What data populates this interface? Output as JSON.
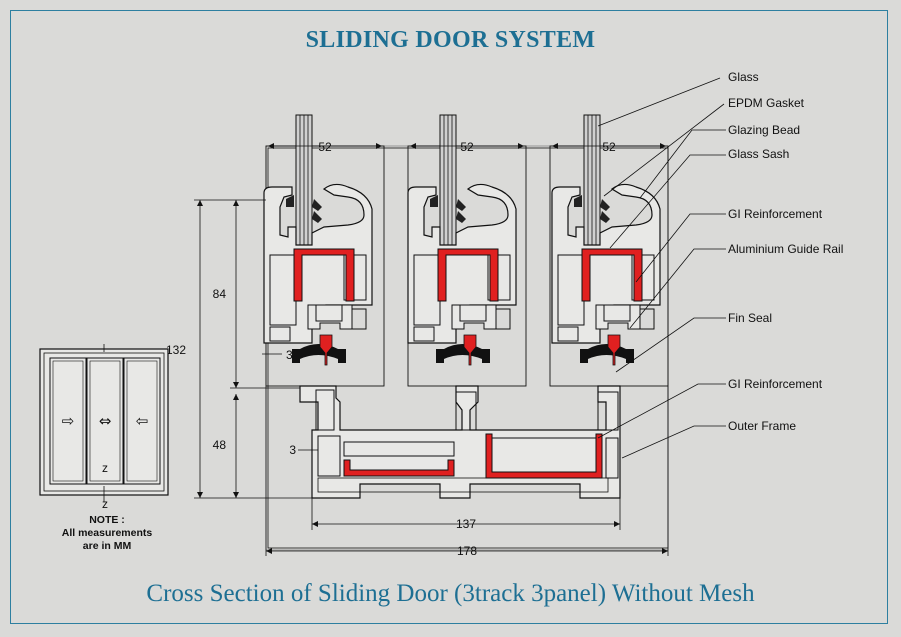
{
  "title": "SLIDING DOOR SYSTEM",
  "caption": "Cross Section of Sliding Door (3track 3panel) Without Mesh",
  "note": {
    "line1": "NOTE :",
    "line2": "All measurements",
    "line3": "are in MM"
  },
  "labels": {
    "glass": "Glass",
    "epdm_gasket": "EPDM Gasket",
    "glazing_bead": "Glazing Bead",
    "glass_sash": "Glass Sash",
    "gi_reinforcement_top": "GI Reinforcement",
    "aluminium_guide_rail": "Aluminium Guide Rail",
    "fin_seal": "Fin Seal",
    "gi_reinforcement_bottom": "GI Reinforcement",
    "outer_frame": "Outer Frame"
  },
  "dimensions": {
    "sash_width_1": "52",
    "sash_width_2": "52",
    "sash_width_3": "52",
    "sash_height": "84",
    "total_height": "132",
    "frame_height": "48",
    "wall_top": "3",
    "wall_bottom": "3",
    "inner_width": "137",
    "total_width": "178"
  },
  "elevation": {
    "arrow_left": "⇨",
    "arrow_middle": "⇔",
    "arrow_right": "⇦",
    "axis_mark_top": "z",
    "axis_mark_bottom": "z"
  },
  "colors": {
    "title": "#1d6f93",
    "reinforcement": "#e02020",
    "background": "#dadad8",
    "line": "#111111"
  }
}
